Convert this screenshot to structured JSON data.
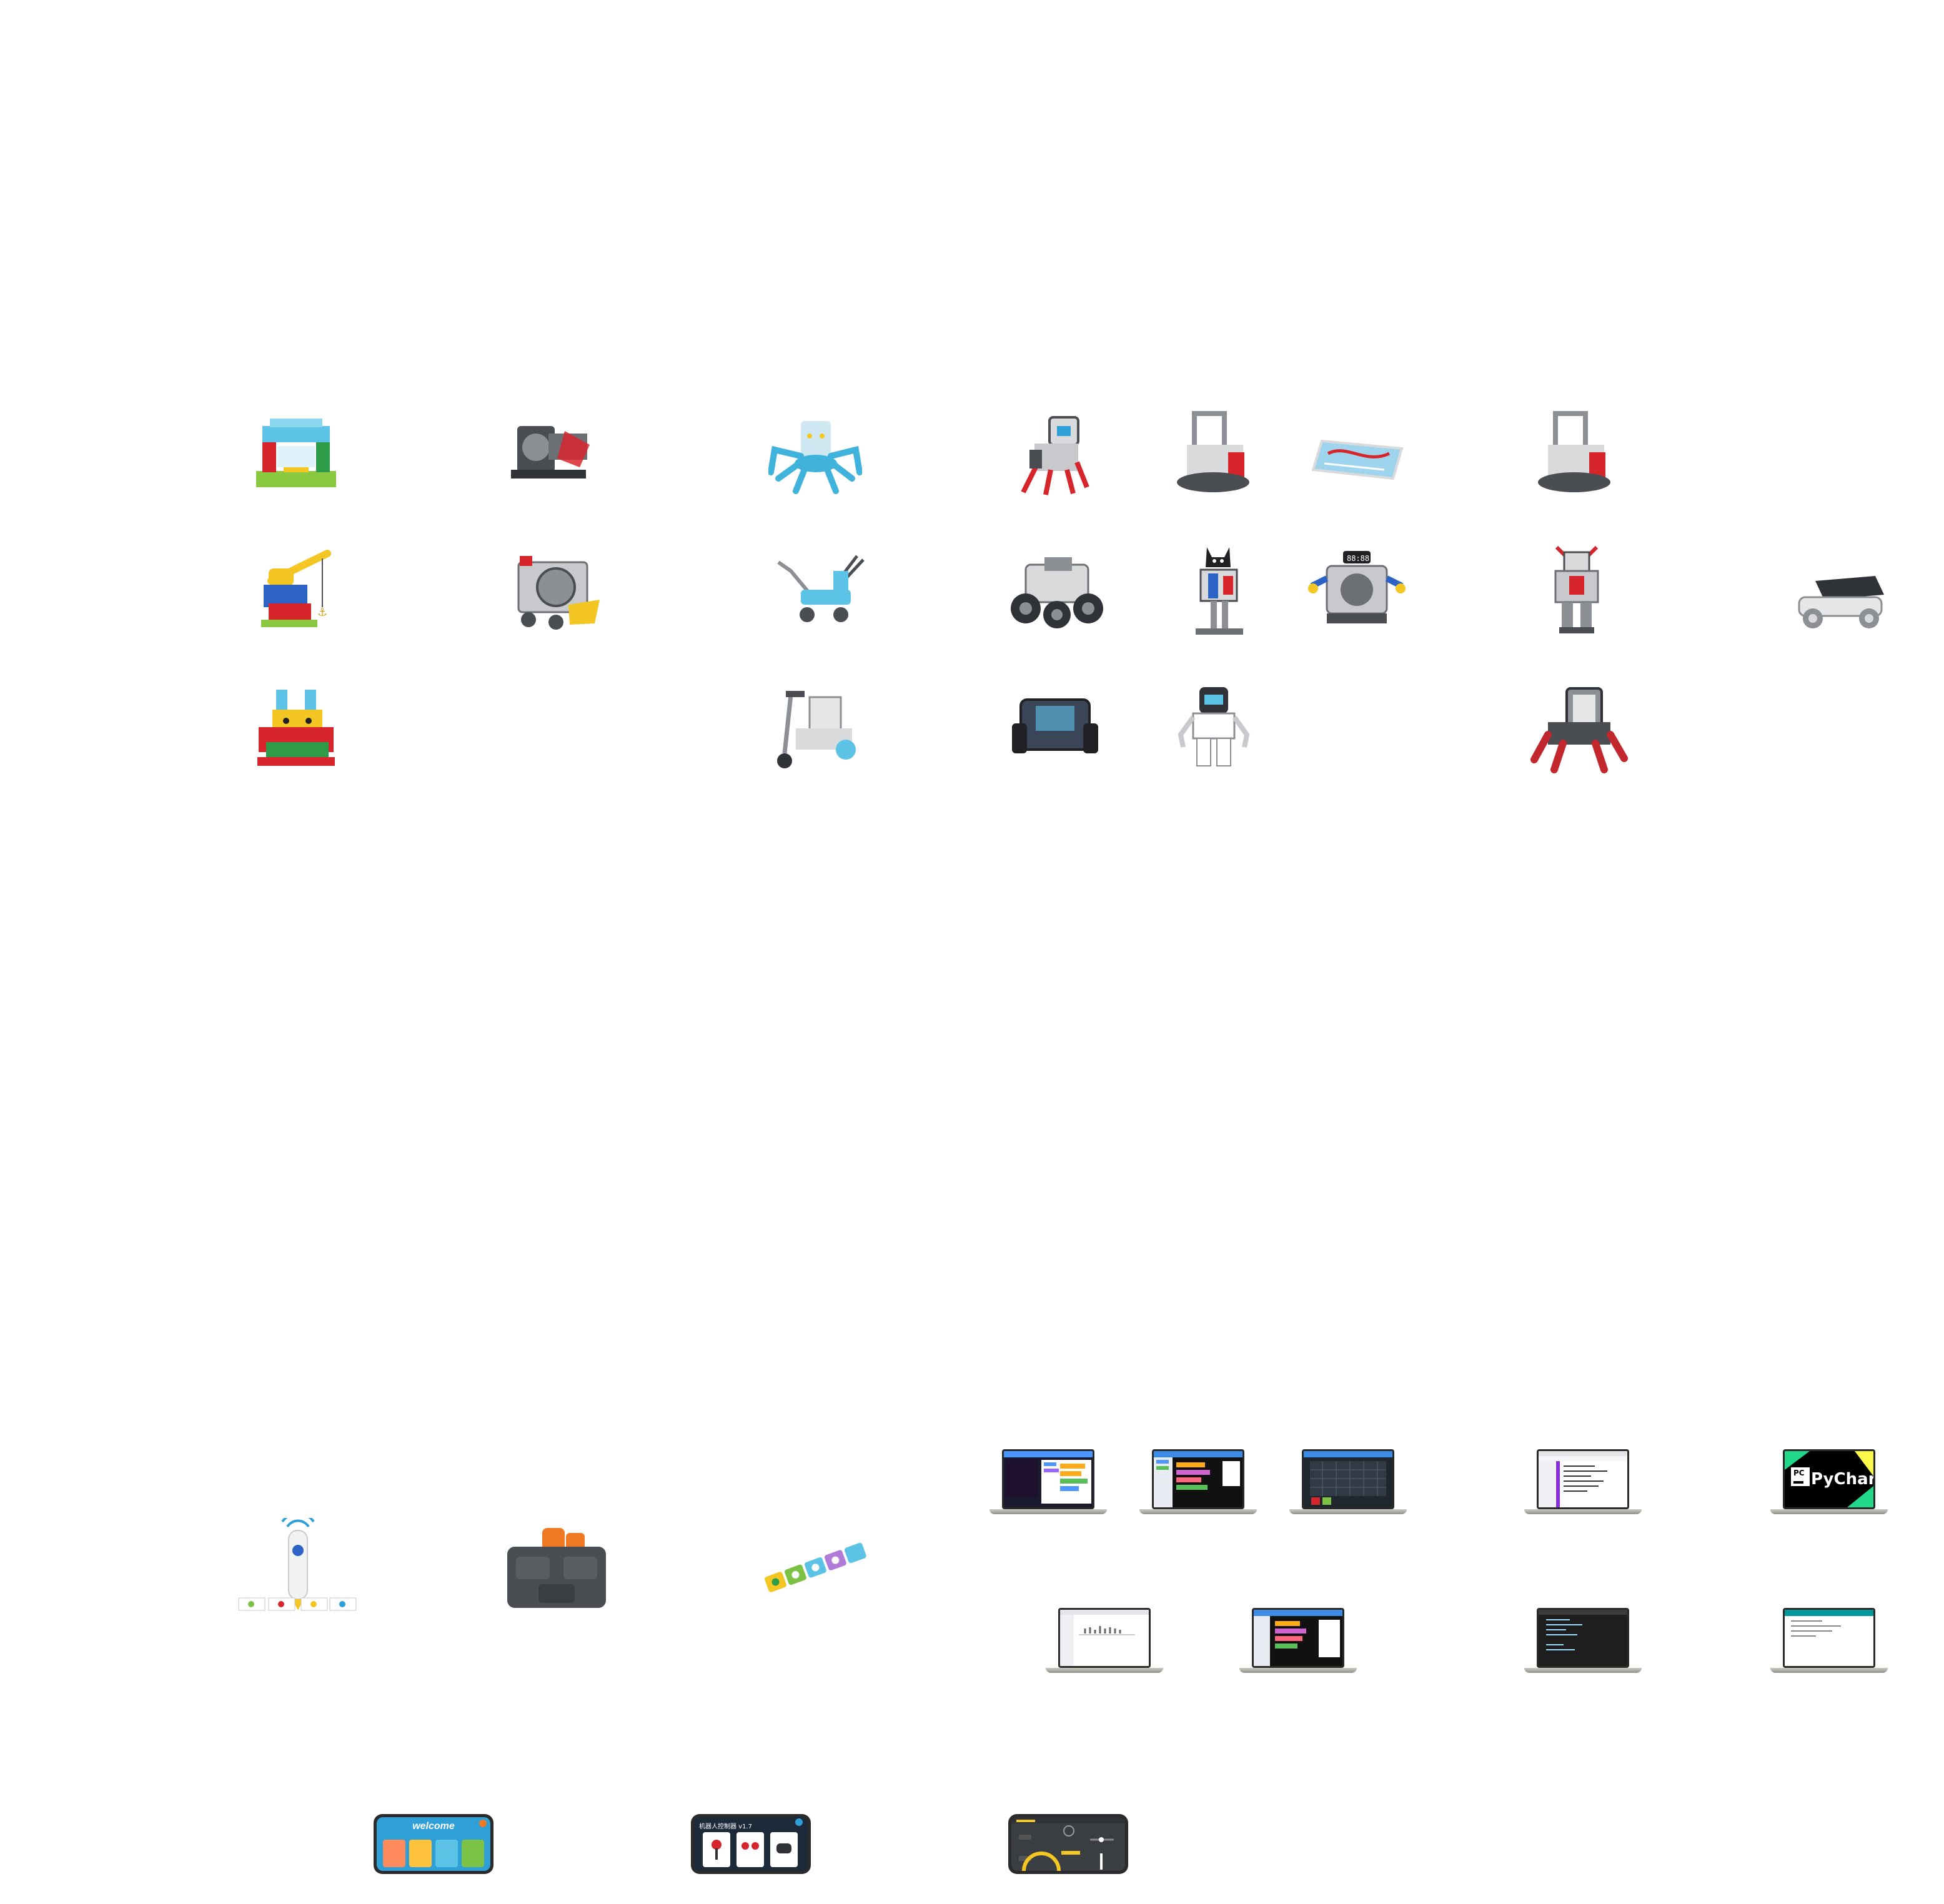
{
  "products": {
    "robots": [
      {
        "id": "block-gate",
        "icon": "block-gate-icon"
      },
      {
        "id": "grey-quad-bot",
        "icon": "robot-icon"
      },
      {
        "id": "blue-spider",
        "icon": "spider-robot-icon"
      },
      {
        "id": "grey-walker",
        "icon": "robot-icon"
      },
      {
        "id": "lift-bot-a",
        "icon": "robot-icon"
      },
      {
        "id": "track-mat",
        "icon": "mat-icon"
      },
      {
        "id": "lift-bot-b",
        "icon": "robot-icon"
      },
      {
        "id": "block-crane",
        "icon": "crane-icon"
      },
      {
        "id": "grey-engine-cart",
        "icon": "robot-icon"
      },
      {
        "id": "blue-deer",
        "icon": "robot-icon"
      },
      {
        "id": "offroad-car",
        "icon": "car-icon"
      },
      {
        "id": "cat-robot",
        "icon": "robot-icon"
      },
      {
        "id": "display-bot",
        "icon": "robot-icon"
      },
      {
        "id": "humanoid-grey",
        "icon": "robot-icon"
      },
      {
        "id": "solar-car",
        "icon": "car-icon"
      },
      {
        "id": "block-dragon",
        "icon": "dragon-icon"
      },
      {
        "id": "scooter-bot",
        "icon": "robot-icon"
      },
      {
        "id": "smart-car",
        "icon": "car-icon"
      },
      {
        "id": "white-humanoid",
        "icon": "robot-icon"
      },
      {
        "id": "red-walker",
        "icon": "robot-icon"
      }
    ],
    "hardware": [
      {
        "id": "pen-reader",
        "icon": "pen-icon"
      },
      {
        "id": "grey-module",
        "icon": "module-icon"
      },
      {
        "id": "path-cards",
        "icon": "cards-icon"
      }
    ],
    "software": {
      "pycharm_label": "PyCharm",
      "pycharm_badge": "PC"
    },
    "apps": {
      "welcome_label": "welcome",
      "controller_title": "机器人控制器 v1.7"
    }
  },
  "colors": {
    "grey": "#8c8f94",
    "dark_grey": "#4a4d52",
    "blue": "#5cc3e6",
    "red": "#d7262b",
    "green": "#7cc244",
    "yellow": "#f3c623",
    "orange": "#f07a24"
  }
}
